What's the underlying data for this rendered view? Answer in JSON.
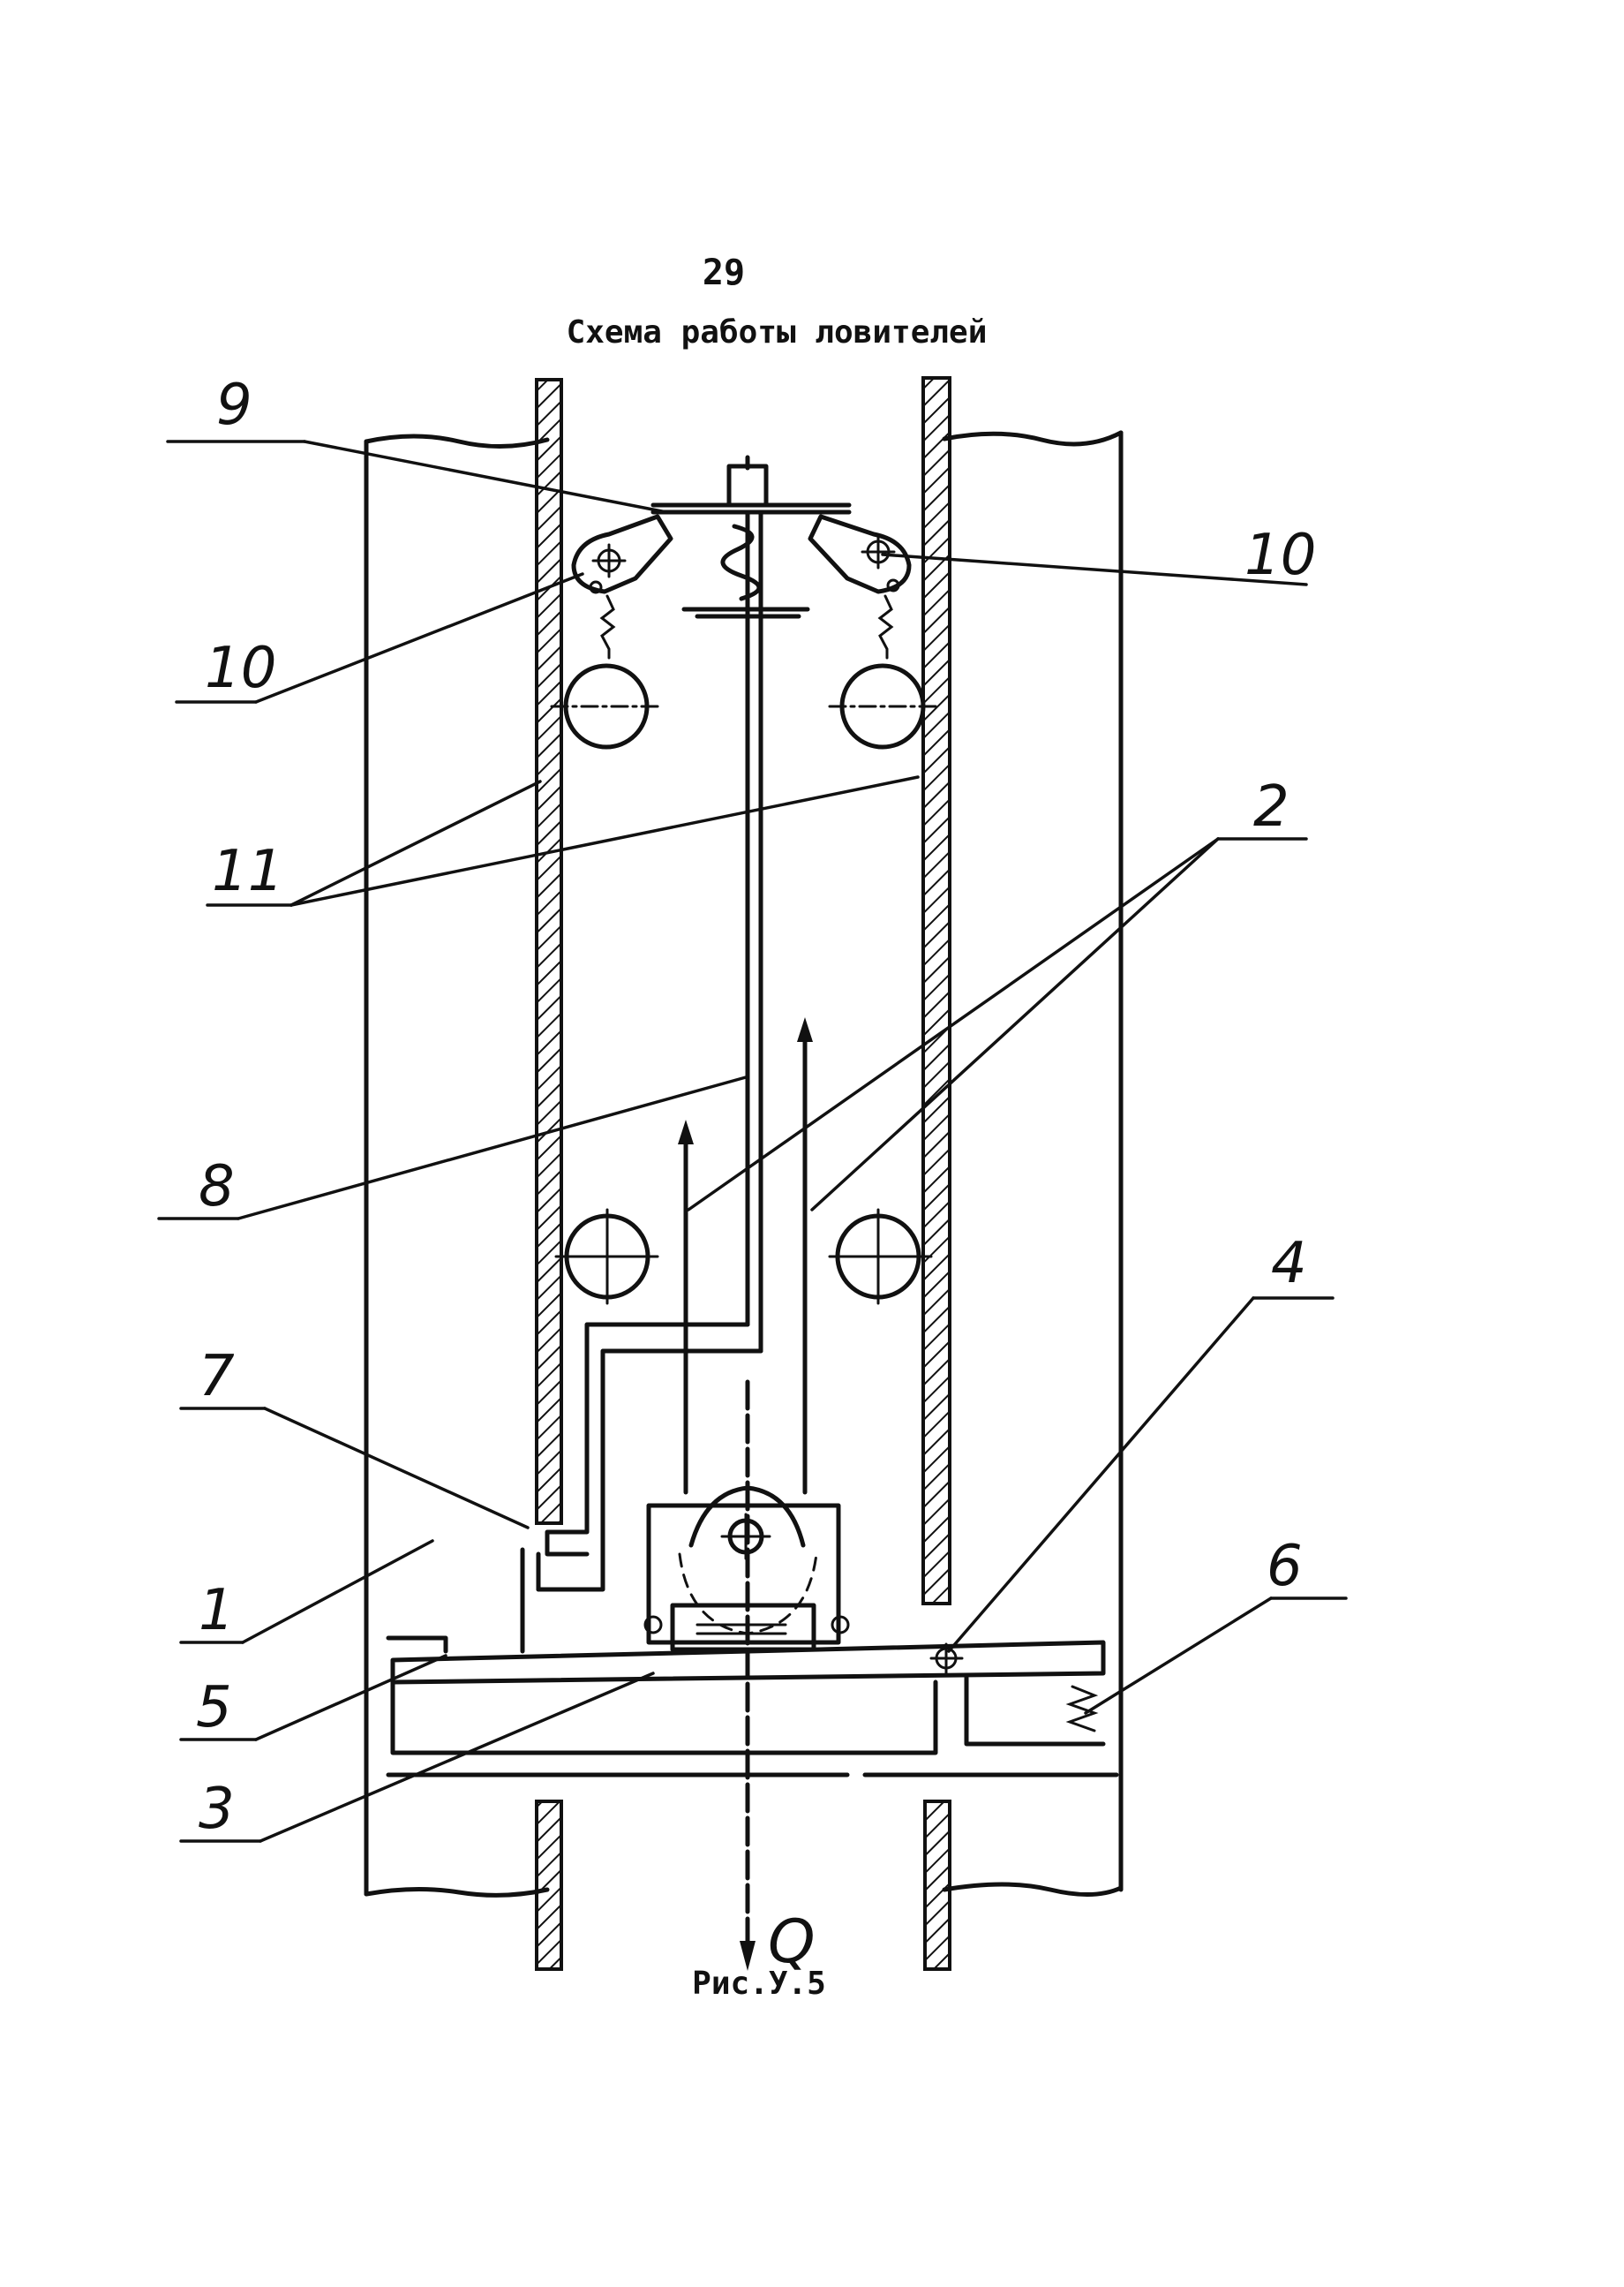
{
  "page": {
    "number": "29",
    "title": "Схема работы ловителей",
    "caption": "Рис.У.5"
  },
  "diagram": {
    "callouts": [
      {
        "id": "9",
        "label": "9"
      },
      {
        "id": "10-right",
        "label": "10"
      },
      {
        "id": "10-left",
        "label": "10"
      },
      {
        "id": "11",
        "label": "11"
      },
      {
        "id": "2",
        "label": "2"
      },
      {
        "id": "8",
        "label": "8"
      },
      {
        "id": "4",
        "label": "4"
      },
      {
        "id": "7",
        "label": "7"
      },
      {
        "id": "6",
        "label": "6"
      },
      {
        "id": "1",
        "label": "1"
      },
      {
        "id": "5",
        "label": "5"
      },
      {
        "id": "3",
        "label": "3"
      }
    ],
    "force_label": "Q"
  }
}
